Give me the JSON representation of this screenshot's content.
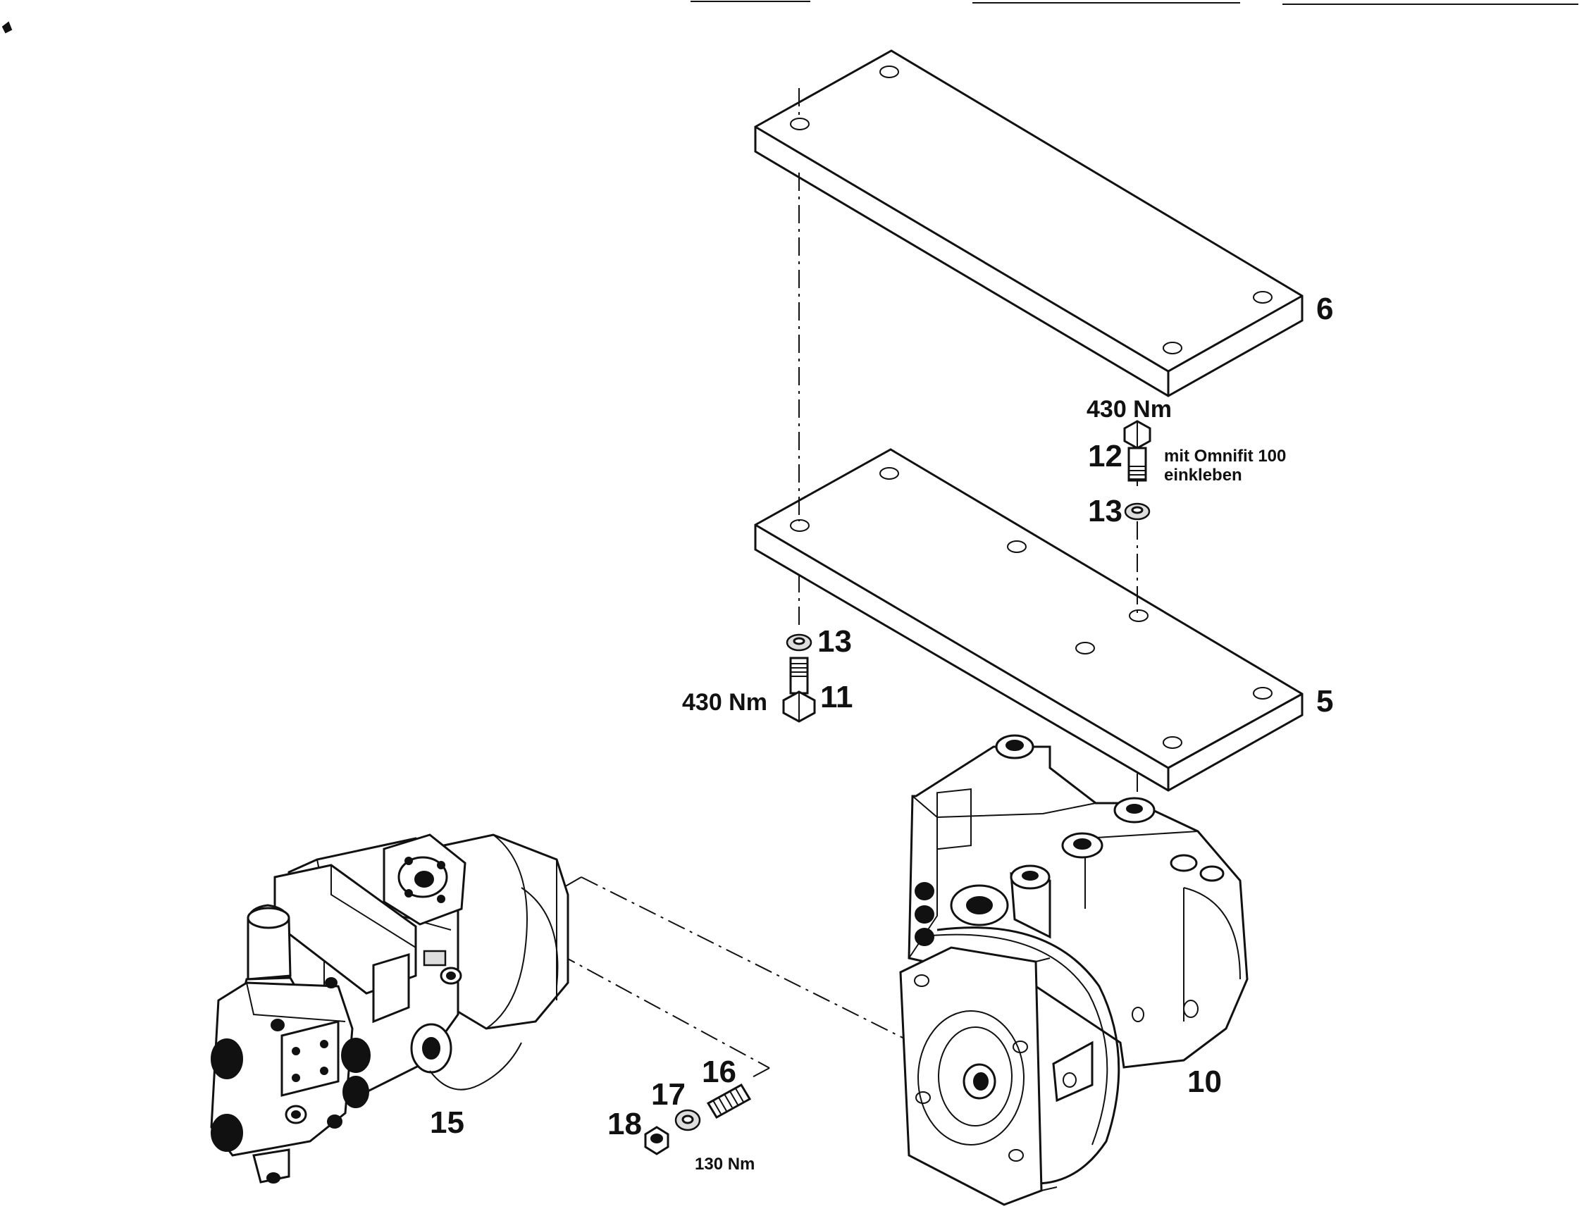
{
  "labels": {
    "part_6": "6",
    "part_5": "5",
    "part_10": "10",
    "part_15": "15",
    "part_11": "11",
    "part_12": "12",
    "part_13_top": "13",
    "part_13_bottom": "13",
    "part_16": "16",
    "part_17": "17",
    "part_18": "18",
    "torque_bolt_12": "430 Nm",
    "torque_bolt_11": "430 Nm",
    "torque_stud": "130 Nm",
    "note_line1": "mit Omnifit 100",
    "note_line2": "einkleben"
  }
}
